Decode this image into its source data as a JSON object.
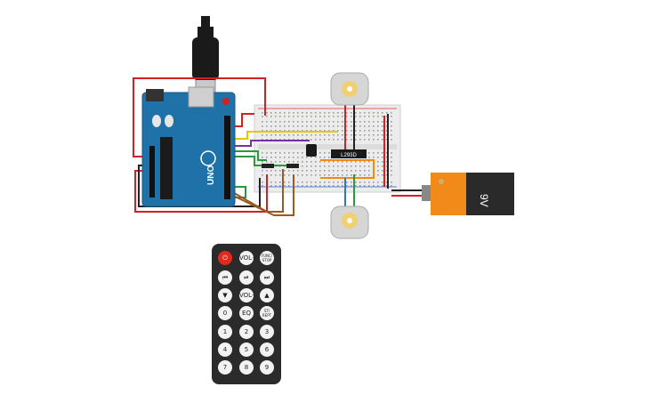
{
  "arduino": {
    "label": "UNO"
  },
  "driver_chip": {
    "label": "L293D"
  },
  "battery": {
    "label": "9V"
  },
  "remote": {
    "buttons": [
      {
        "id": "power",
        "label": "⏻"
      },
      {
        "id": "vol_up",
        "label": "VOL+"
      },
      {
        "id": "func_stop",
        "label": "FUNC/ STOP"
      },
      {
        "id": "prev",
        "label": "⏮"
      },
      {
        "id": "play_pause",
        "label": "⏯"
      },
      {
        "id": "next",
        "label": "⏭"
      },
      {
        "id": "down",
        "label": "▼"
      },
      {
        "id": "vol_down",
        "label": "VOL-"
      },
      {
        "id": "up",
        "label": "▲"
      },
      {
        "id": "zero",
        "label": "0"
      },
      {
        "id": "eq",
        "label": "EQ"
      },
      {
        "id": "st_rept",
        "label": "ST/ REPT"
      },
      {
        "id": "one",
        "label": "1"
      },
      {
        "id": "two",
        "label": "2"
      },
      {
        "id": "three",
        "label": "3"
      },
      {
        "id": "four",
        "label": "4"
      },
      {
        "id": "five",
        "label": "5"
      },
      {
        "id": "six",
        "label": "6"
      },
      {
        "id": "seven",
        "label": "7"
      },
      {
        "id": "eight",
        "label": "8"
      },
      {
        "id": "nine",
        "label": "9"
      }
    ]
  },
  "colors": {
    "arduino_board": "#1f72a8",
    "breadboard": "#ececec",
    "battery_orange": "#f28a1a",
    "wire_red": "#d42020",
    "wire_yellow": "#e8c400",
    "wire_purple": "#7a2ea8",
    "wire_green": "#2b9a3c",
    "wire_brown": "#9b5a25",
    "wire_orange": "#f08a10",
    "wire_black": "#222222",
    "wire_blue": "#2a78c8"
  }
}
